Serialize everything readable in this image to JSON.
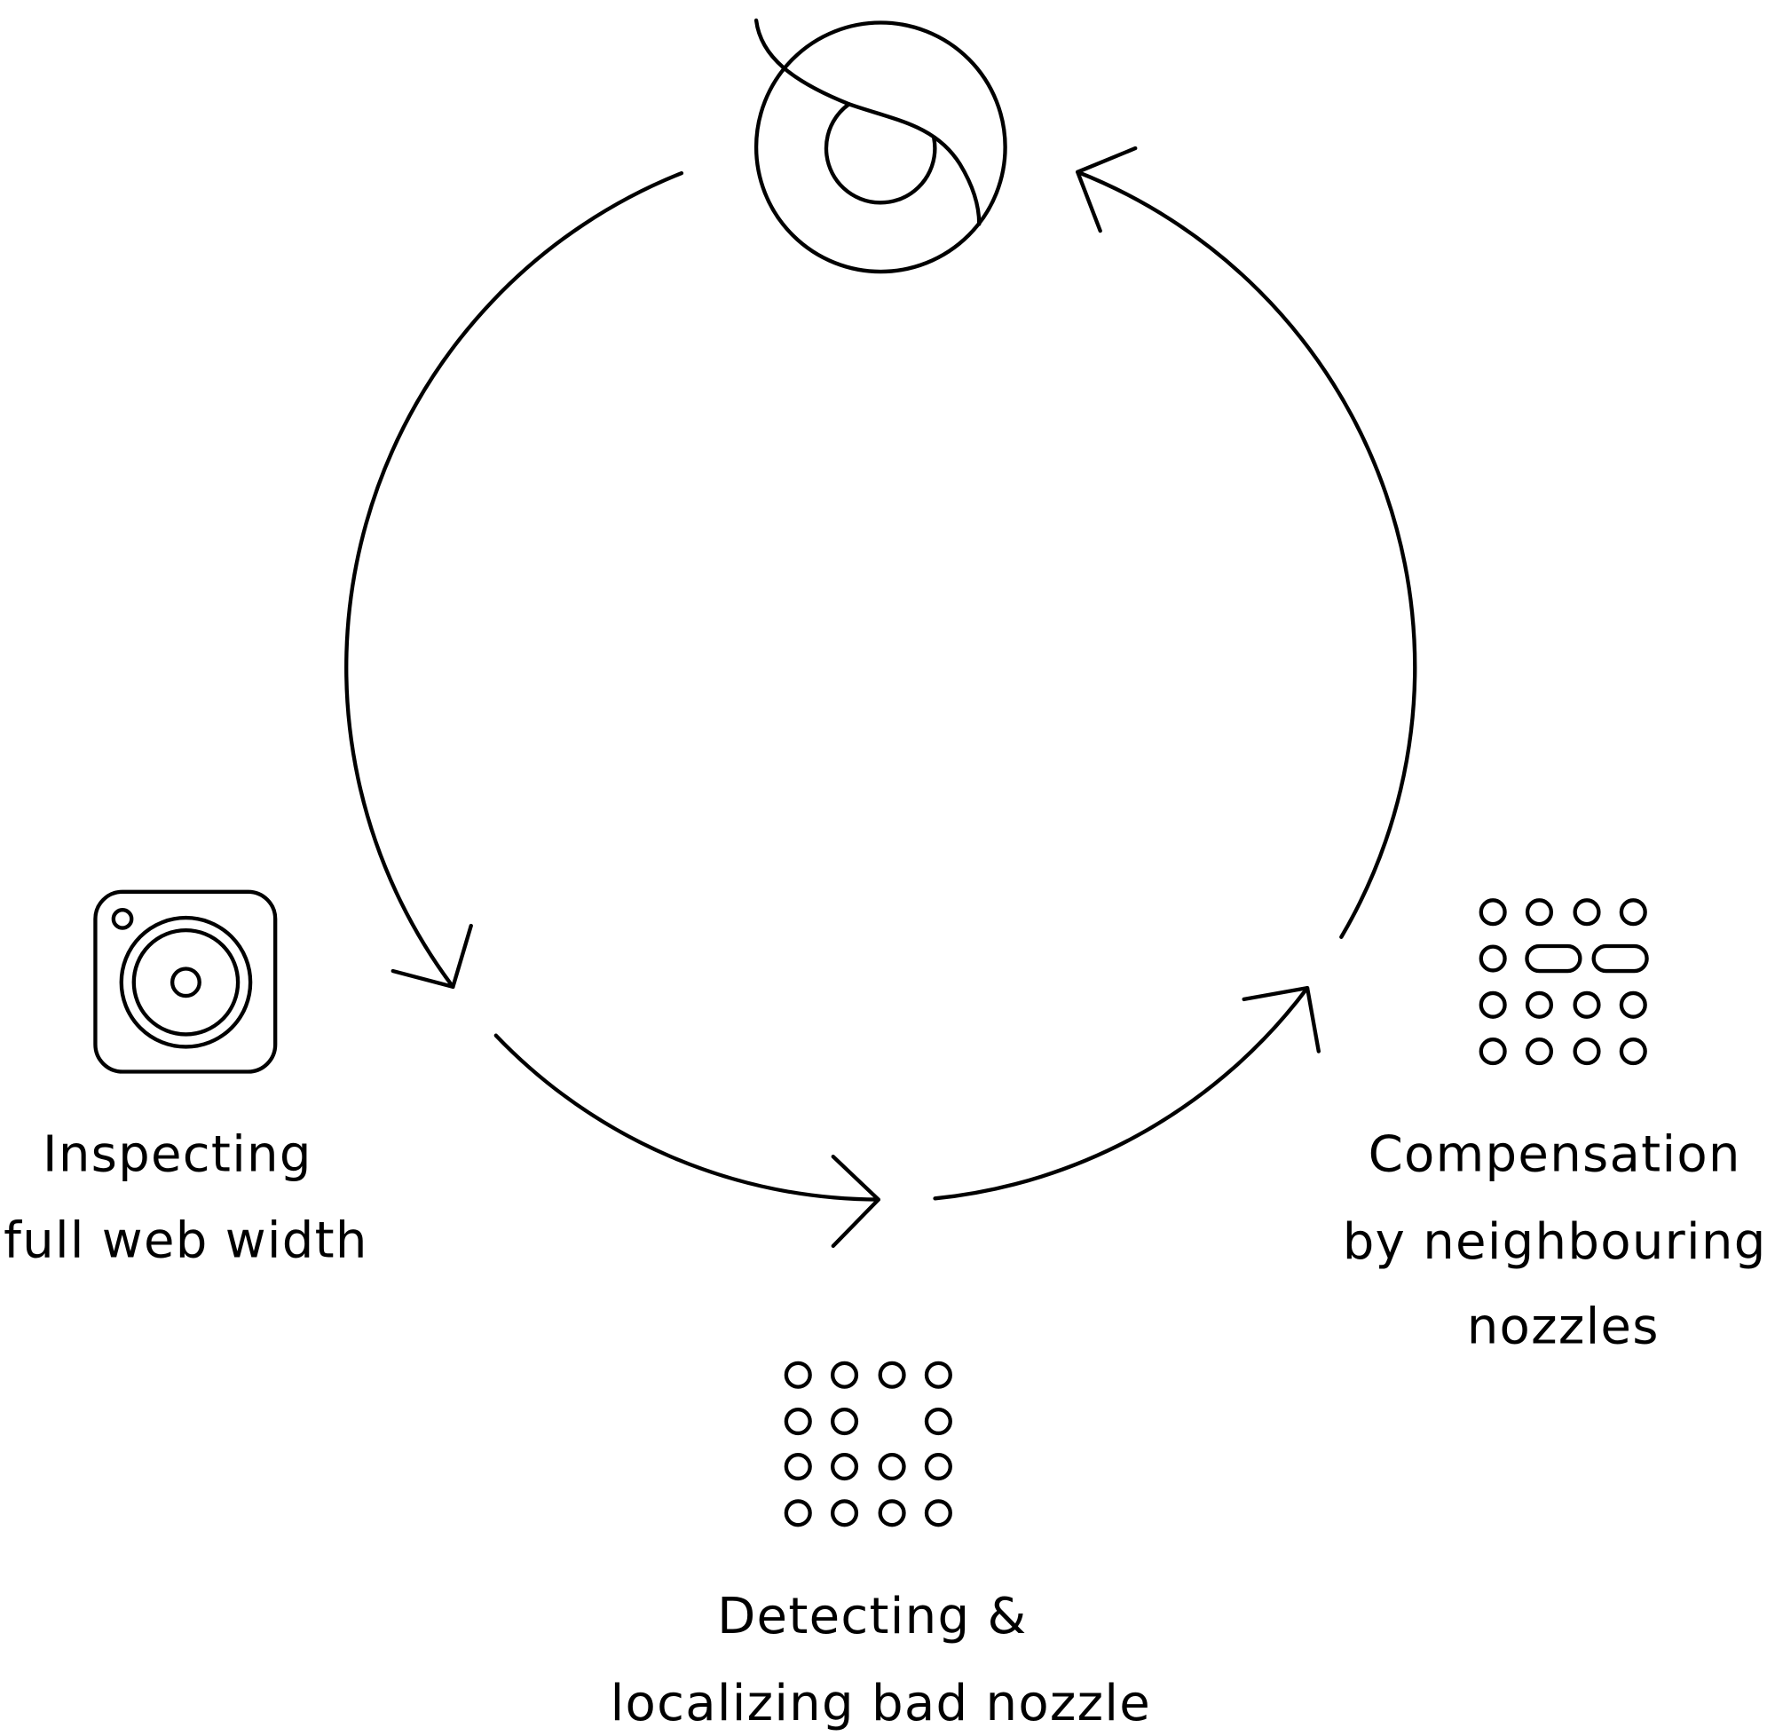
{
  "steps": [
    {
      "icon": "camera-icon",
      "lines": [
        "Inspecting",
        "full web width"
      ]
    },
    {
      "icon": "nozzle-grid-missing-icon",
      "lines": [
        "Detecting &",
        "localizing bad nozzle"
      ]
    },
    {
      "icon": "nozzle-grid-compensated-icon",
      "lines": [
        "Compensation",
        "by neighbouring",
        "nozzles"
      ]
    }
  ],
  "center_icon": "logo-icon",
  "colors": {
    "stroke": "#000000",
    "background": "#ffffff"
  }
}
